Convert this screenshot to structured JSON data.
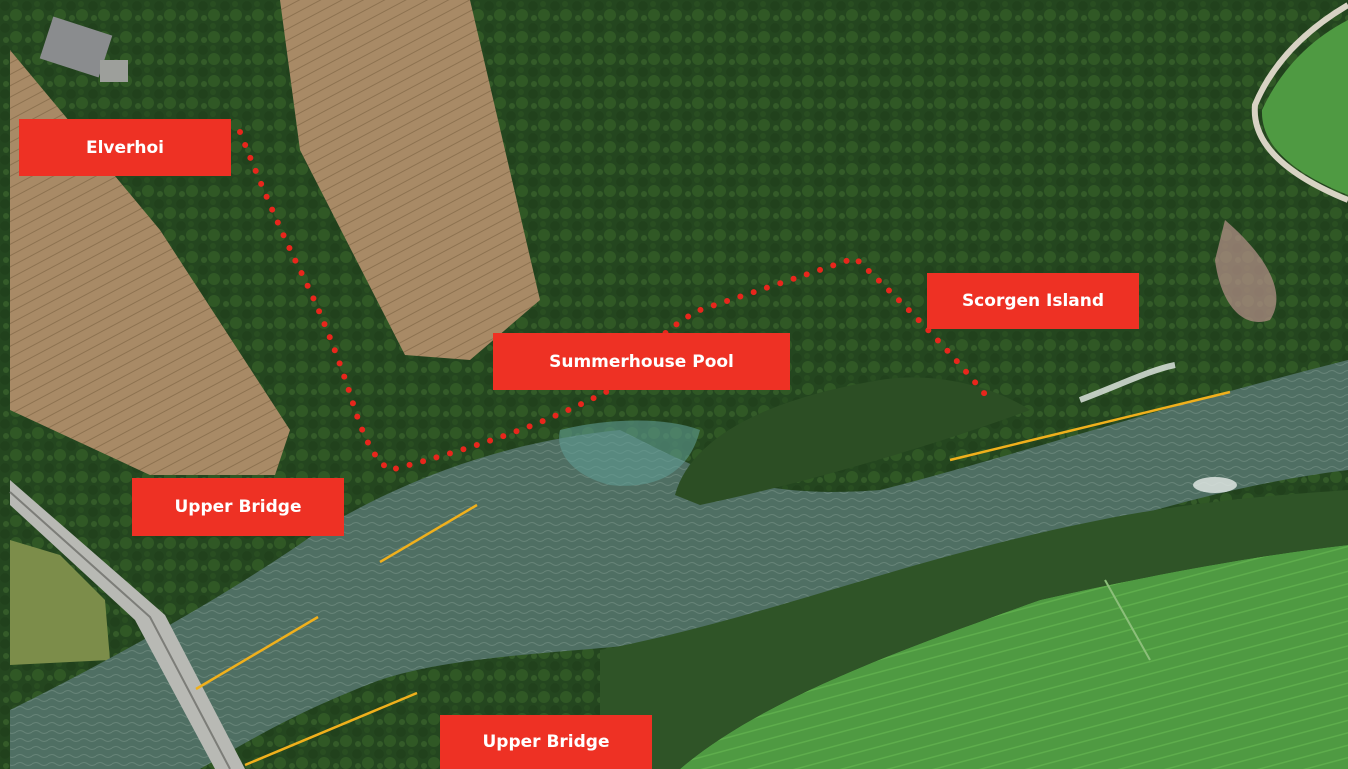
{
  "map": {
    "labels": {
      "elverhoi": "Elverhoi",
      "summerhouse_pool": "Summerhouse Pool",
      "scorgen_island": "Scorgen Island",
      "upper_bridge_top": "Upper Bridge",
      "upper_bridge_bottom": "Upper Bridge"
    },
    "colors": {
      "label_bg": "#ee3124",
      "label_text": "#ffffff",
      "trail_dots": "#e8261c",
      "beat_lines": "#f0b01c",
      "river": "#4f6f63",
      "forest": "#24461f",
      "field_green": "#4f9a42",
      "field_brown": "#a88a66"
    }
  }
}
